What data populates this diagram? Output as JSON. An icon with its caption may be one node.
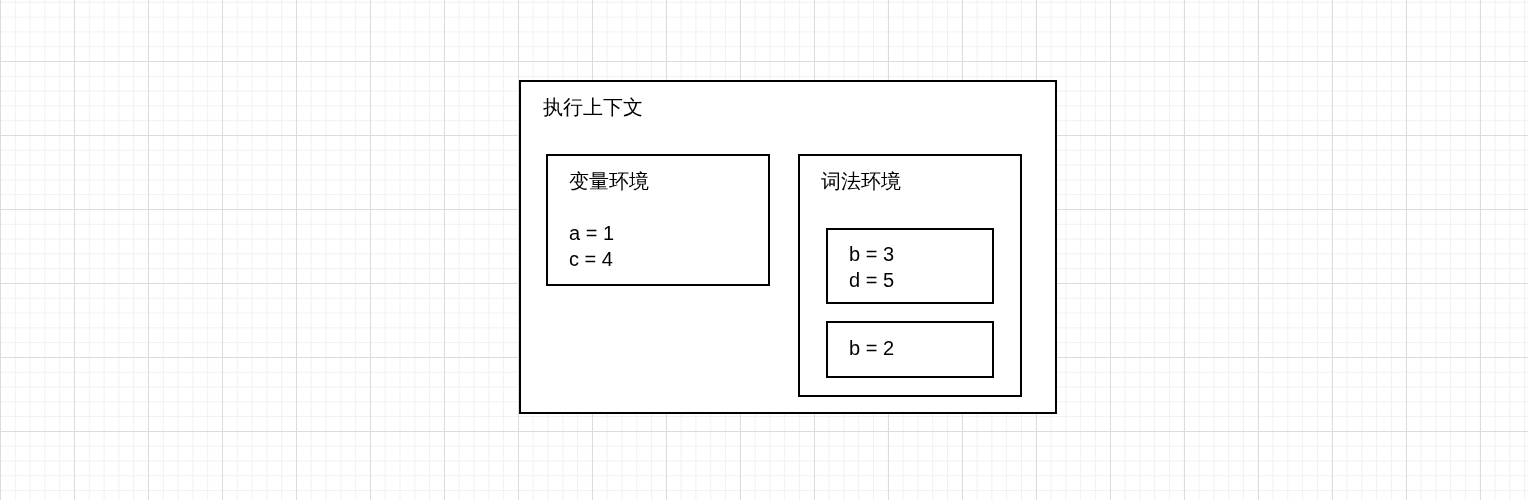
{
  "diagram": {
    "nodes": [
      {
        "text": [
          "执行上下文"
        ]
      },
      {
        "text": [
          "变量环境",
          "a = 1",
          "c = 4"
        ],
        "in": 0
      },
      {
        "text": [
          "词法环境"
        ],
        "in": 0
      },
      {
        "text": [
          "b = 3",
          "d = 5"
        ],
        "in": 2
      },
      {
        "text": [
          "b = 2"
        ],
        "in": 2
      }
    ]
  }
}
